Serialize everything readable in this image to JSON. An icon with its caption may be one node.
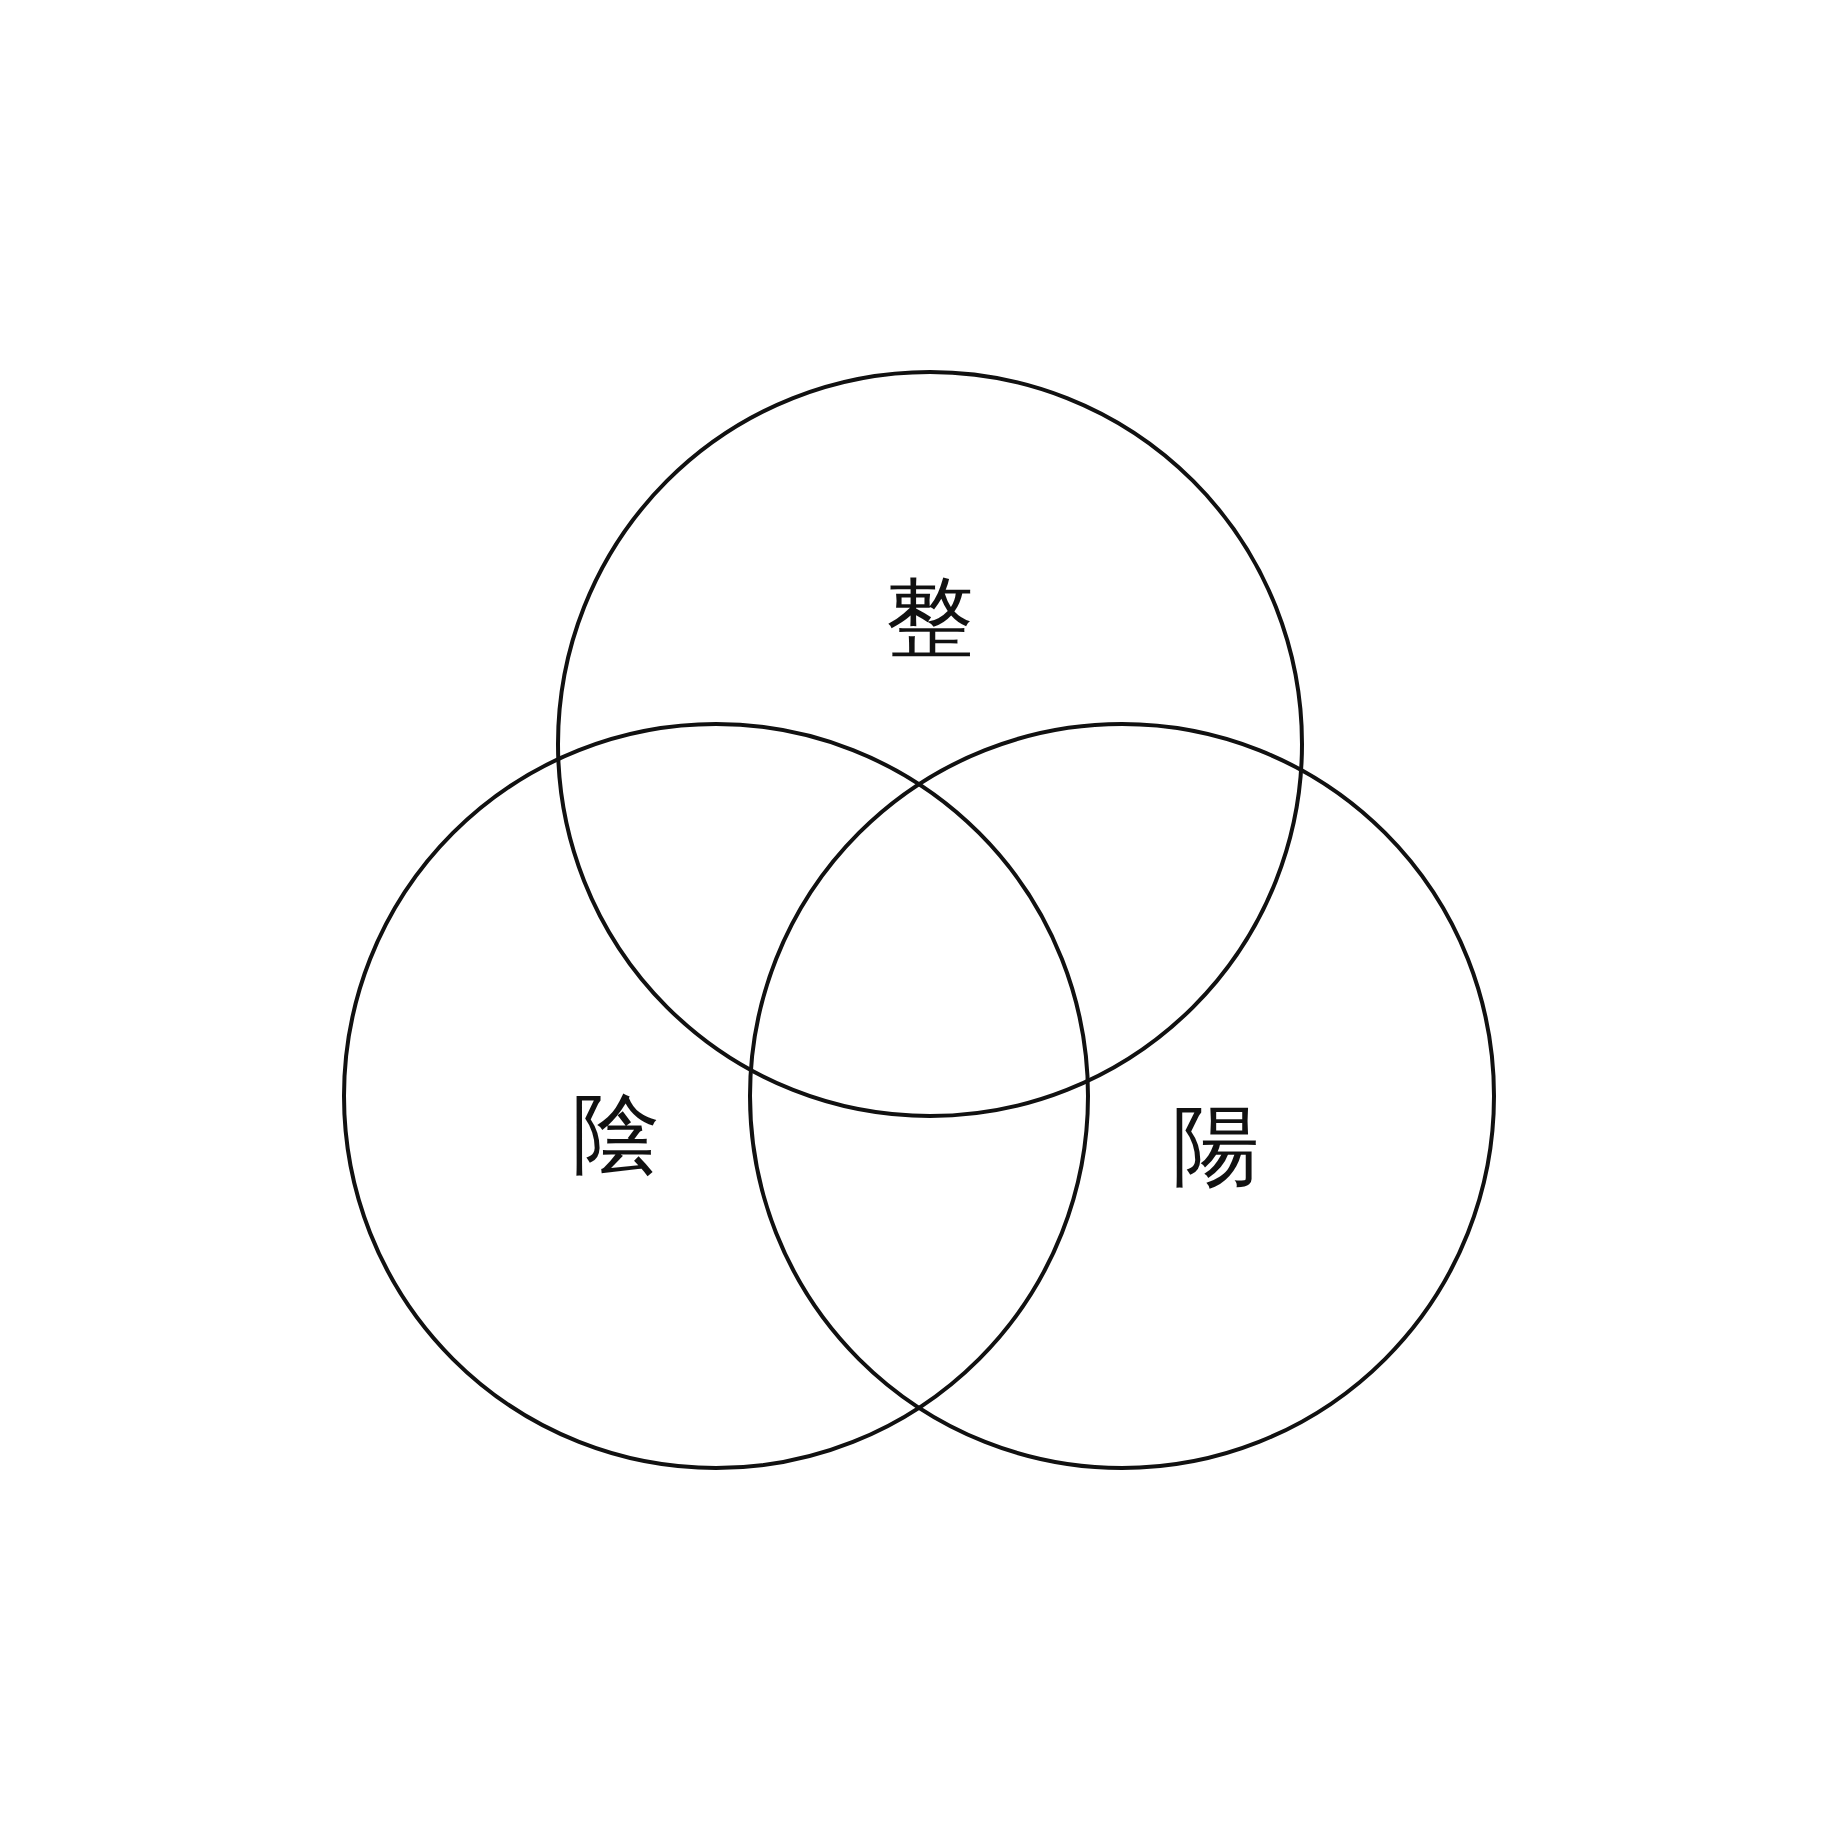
{
  "diagram": {
    "nodes": [
      {
        "text": [
          "整"
        ]
      },
      {
        "text": [
          "陰"
        ]
      },
      {
        "text": [
          "陽"
        ]
      }
    ]
  }
}
